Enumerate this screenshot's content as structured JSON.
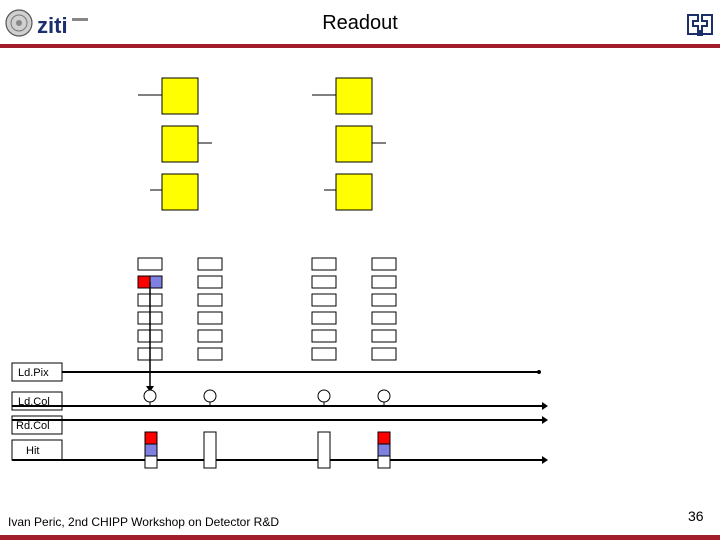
{
  "header": {
    "title": "Readout"
  },
  "footer": {
    "text": "Ivan Peric, 2nd CHIPP Workshop on Detector R&D",
    "page": "36"
  },
  "logos": {
    "left": "ziti-logo",
    "right": "uni-heidelberg-logo"
  },
  "signals": [
    {
      "id": "ldpix",
      "label": "Ld.Pix"
    },
    {
      "id": "ldcol",
      "label": "Ld.Col"
    },
    {
      "id": "rdcol",
      "label": "Rd.Col"
    },
    {
      "id": "hit",
      "label": "Hit"
    }
  ],
  "colors": {
    "pixel": "#ffff00",
    "hit": "#ff0000",
    "pending": "#8080e0",
    "accent": "#a11d2b"
  }
}
